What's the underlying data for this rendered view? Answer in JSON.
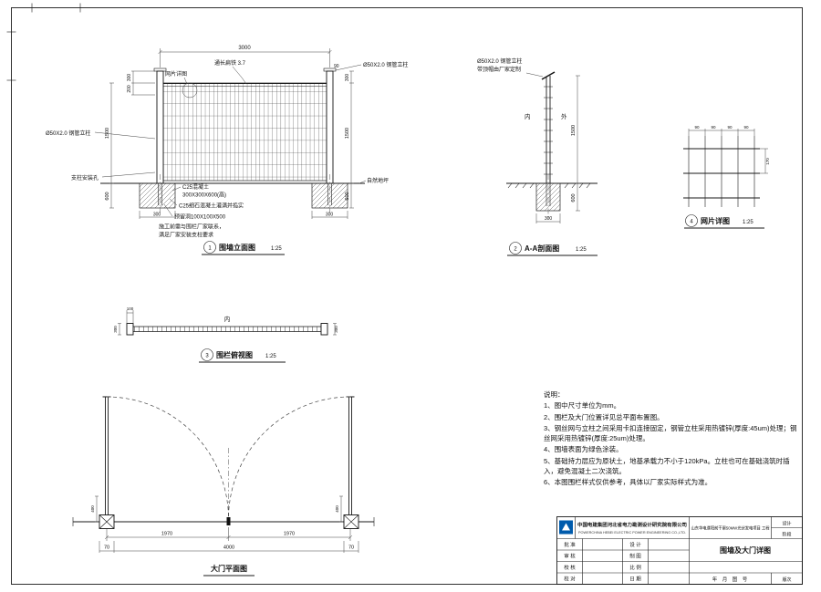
{
  "elevation": {
    "ref_num": "1",
    "title": "围墙立面图",
    "scale": "1:25",
    "dim_width": "3000",
    "dim_90": "90",
    "label_flat_iron": "通长扁铁 3.7",
    "label_mesh_detail": "网片详图",
    "label_post_top": "Ø50X2.0 钢管立柱",
    "label_post_left": "Ø50X2.0 钢管立柱",
    "label_anchor_hole": "支柱安装孔",
    "label_ground": "自然地坪",
    "dims_left_inner": [
      "300",
      "200"
    ],
    "dims_left_outer": [
      "1500",
      "600"
    ],
    "dims_right": [
      "300",
      "1500",
      "600"
    ],
    "dim_footing_left": "300",
    "dim_footing_right": "300",
    "label_concrete_1": "C25混凝土",
    "label_concrete_2": "300X300X600(高)",
    "label_grout": "C25细石混凝土灌满并捣实",
    "label_hole": "预留洞100X100X500",
    "label_site_note_1": "施工前需与围栏厂家联系，",
    "label_site_note_2": "满足厂家安装支柱要求"
  },
  "section": {
    "ref_num": "2",
    "title": "A-A剖面图",
    "scale": "1:25",
    "label_post_1": "Ø50X2.0 钢管立柱",
    "label_post_2": "带顶帽由厂家定制",
    "label_inner": "内",
    "label_outer": "外",
    "dim_1500": "1500",
    "dim_600": "600",
    "dim_300": "300"
  },
  "mesh": {
    "ref_num": "4",
    "title": "网片详图",
    "scale": "1:25",
    "dims_90": [
      "90",
      "90",
      "90",
      "90"
    ],
    "dim_170": "170"
  },
  "plan_view": {
    "ref_num": "3",
    "title": "围栏俯视图",
    "scale": "1:25",
    "label_inner": "内",
    "dim_100": "100",
    "dim_300_left": "300",
    "dim_300_right": "300"
  },
  "gate": {
    "title": "大门平面图",
    "dim_400_left": "400",
    "dim_400_right": "400",
    "dim_70_left": "70",
    "dim_70_right": "70",
    "dim_1970_left": "1970",
    "dim_1970_right": "1970",
    "dim_4000": "4000"
  },
  "notes": {
    "heading": "说明：",
    "items": [
      "1、图中尺寸单位为mm。",
      "2、围栏及大门位置详见总平面布置图。",
      "3、钢丝网与立柱之间采用卡扣连接固定，钢管立柱采用热镀锌(厚度:45um)处理；钢丝网采用热镀锌(厚度:25um)处理。",
      "4、围墙表面为绿色涂装。",
      "5、基础持力层应为原状土，地基承载力不小于120kPa。立柱也可在基础浇筑时插入，避免混凝土二次浇筑。",
      "6、本图围栏样式仅供参考，具体以厂家实际样式为准。"
    ]
  },
  "titleblock": {
    "company_cn": "中国电建集团河北省电力勘测设计研究院有限公司",
    "company_en": "POWERCHINA HEBEI ELECTRIC POWER ENGINEERING CO.,LTD.",
    "project": "山东华电濮阳前干渠50MW光伏发电项目 工程",
    "drawing_title": "围墙及大门详图",
    "stage_1": "设计",
    "stage_2": "阶段",
    "col_a": [
      "批 准",
      "审 核",
      "校 核",
      "校 对"
    ],
    "col_b": [
      "设 计",
      "制 图",
      "比 例",
      "日 期"
    ],
    "footer": "年　月　图　号",
    "version": "版次"
  }
}
